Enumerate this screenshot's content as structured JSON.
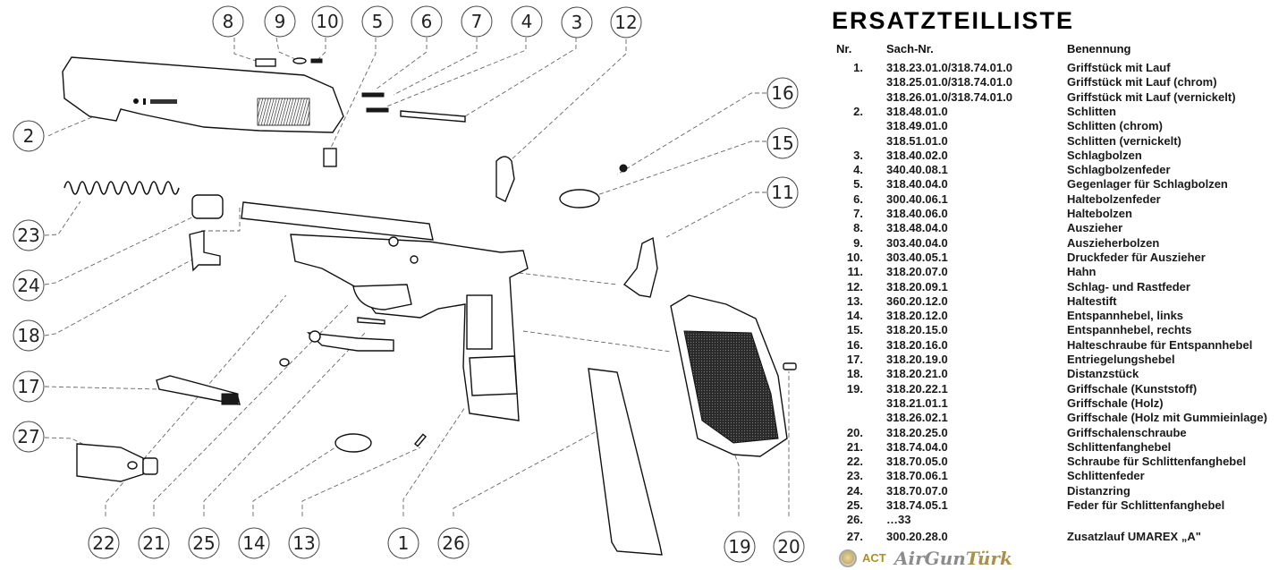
{
  "diagram": {
    "callouts": [
      "8",
      "9",
      "10",
      "5",
      "6",
      "7",
      "4",
      "3",
      "12",
      "16",
      "15",
      "11",
      "2",
      "23",
      "24",
      "18",
      "17",
      "27",
      "22",
      "21",
      "25",
      "14",
      "13",
      "1",
      "26",
      "19",
      "20"
    ]
  },
  "parts_list": {
    "title": "ERSATZTEILLISTE",
    "headers": {
      "nr": "Nr.",
      "sach_nr": "Sach-Nr.",
      "benennung": "Benennung"
    },
    "rows": [
      {
        "nr": "1.",
        "sach_nr": "318.23.01.0/318.74.01.0",
        "benennung": "Griffstück mit Lauf"
      },
      {
        "nr": "",
        "sach_nr": "318.25.01.0/318.74.01.0",
        "benennung": "Griffstück mit Lauf (chrom)"
      },
      {
        "nr": "",
        "sach_nr": "318.26.01.0/318.74.01.0",
        "benennung": "Griffstück mit Lauf (vernickelt)"
      },
      {
        "nr": "2.",
        "sach_nr": "318.48.01.0",
        "benennung": "Schlitten"
      },
      {
        "nr": "",
        "sach_nr": "318.49.01.0",
        "benennung": "Schlitten (chrom)"
      },
      {
        "nr": "",
        "sach_nr": "318.51.01.0",
        "benennung": "Schlitten (vernickelt)"
      },
      {
        "nr": "3.",
        "sach_nr": "318.40.02.0",
        "benennung": "Schlagbolzen"
      },
      {
        "nr": "4.",
        "sach_nr": "340.40.08.1",
        "benennung": "Schlagbolzenfeder"
      },
      {
        "nr": "5.",
        "sach_nr": "318.40.04.0",
        "benennung": "Gegenlager für Schlagbolzen"
      },
      {
        "nr": "6.",
        "sach_nr": "300.40.06.1",
        "benennung": "Haltebolzenfeder"
      },
      {
        "nr": "7.",
        "sach_nr": "318.40.06.0",
        "benennung": "Haltebolzen"
      },
      {
        "nr": "8.",
        "sach_nr": "318.48.04.0",
        "benennung": "Auszieher"
      },
      {
        "nr": "9.",
        "sach_nr": "303.40.04.0",
        "benennung": "Auszieherbolzen"
      },
      {
        "nr": "10.",
        "sach_nr": "303.40.05.1",
        "benennung": "Druckfeder für Auszieher"
      },
      {
        "nr": "11.",
        "sach_nr": "318.20.07.0",
        "benennung": "Hahn"
      },
      {
        "nr": "12.",
        "sach_nr": "318.20.09.1",
        "benennung": "Schlag- und Rastfeder"
      },
      {
        "nr": "13.",
        "sach_nr": "360.20.12.0",
        "benennung": "Haltestift"
      },
      {
        "nr": "14.",
        "sach_nr": "318.20.12.0",
        "benennung": "Entspannhebel, links"
      },
      {
        "nr": "15.",
        "sach_nr": "318.20.15.0",
        "benennung": "Entspannhebel, rechts"
      },
      {
        "nr": "16.",
        "sach_nr": "318.20.16.0",
        "benennung": "Halteschraube für Entspannhebel"
      },
      {
        "nr": "17.",
        "sach_nr": "318.20.19.0",
        "benennung": "Entriegelungshebel"
      },
      {
        "nr": "18.",
        "sach_nr": "318.20.21.0",
        "benennung": "Distanzstück"
      },
      {
        "nr": "19.",
        "sach_nr": "318.20.22.1",
        "benennung": "Griffschale (Kunststoff)"
      },
      {
        "nr": "",
        "sach_nr": "318.21.01.1",
        "benennung": "Griffschale (Holz)"
      },
      {
        "nr": "",
        "sach_nr": "318.26.02.1",
        "benennung": "Griffschale (Holz mit Gummieinlage)"
      },
      {
        "nr": "20.",
        "sach_nr": "318.20.25.0",
        "benennung": "Griffschalenschraube"
      },
      {
        "nr": "21.",
        "sach_nr": "318.74.04.0",
        "benennung": "Schlittenfanghebel"
      },
      {
        "nr": "22.",
        "sach_nr": "318.70.05.0",
        "benennung": "Schraube für Schlittenfanghebel"
      },
      {
        "nr": "23.",
        "sach_nr": "318.70.06.1",
        "benennung": "Schlittenfeder"
      },
      {
        "nr": "24.",
        "sach_nr": "318.70.07.0",
        "benennung": "Distanzring"
      },
      {
        "nr": "25.",
        "sach_nr": "318.74.05.1",
        "benennung": "Feder für Schlittenfanghebel"
      },
      {
        "nr": "26.",
        "sach_nr": "…33",
        "benennung": ""
      },
      {
        "nr": "27.",
        "sach_nr": "300.20.28.0",
        "benennung": "Zusatzlauf UMAREX „A\""
      }
    ]
  },
  "watermark": {
    "text_a": "AirGun",
    "text_b": "Türk",
    "badge": "ACT"
  },
  "colors": {
    "ink": "#111111",
    "paper": "#ffffff",
    "watermark_silver": "#9a9a9a",
    "watermark_gold": "#b8a460"
  }
}
